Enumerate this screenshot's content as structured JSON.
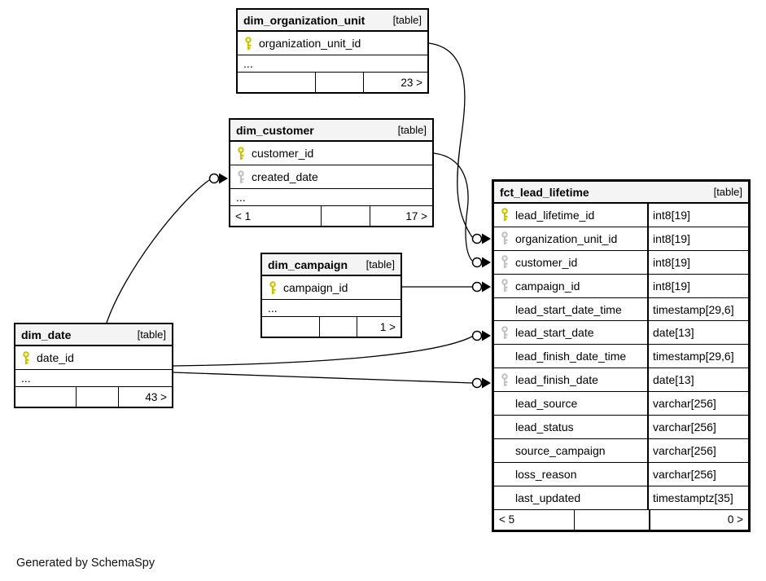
{
  "diagram": {
    "generator_note": "Generated by SchemaSpy",
    "badge_label": "[table]"
  },
  "colors": {
    "primary_key": "#c6c700",
    "foreign_key": "#c2c2c2",
    "header_bg": "#f4f4f4",
    "border": "#000000"
  },
  "tables": {
    "dim_organization_unit": {
      "title": "dim_organization_unit",
      "badge": "[table]",
      "columns": [
        {
          "name": "organization_unit_id",
          "key": "pk"
        }
      ],
      "ellipsis": "...",
      "footer": {
        "left": "",
        "mid": "",
        "right": "23 >"
      }
    },
    "dim_customer": {
      "title": "dim_customer",
      "badge": "[table]",
      "columns": [
        {
          "name": "customer_id",
          "key": "pk"
        },
        {
          "name": "created_date",
          "key": "fk"
        }
      ],
      "ellipsis": "...",
      "footer": {
        "left": "< 1",
        "mid": "",
        "right": "17 >"
      }
    },
    "dim_campaign": {
      "title": "dim_campaign",
      "badge": "[table]",
      "columns": [
        {
          "name": "campaign_id",
          "key": "pk"
        }
      ],
      "ellipsis": "...",
      "footer": {
        "left": "",
        "mid": "",
        "right": "1 >"
      }
    },
    "dim_date": {
      "title": "dim_date",
      "badge": "[table]",
      "columns": [
        {
          "name": "date_id",
          "key": "pk"
        }
      ],
      "ellipsis": "...",
      "footer": {
        "left": "",
        "mid": "",
        "right": "43 >"
      }
    },
    "fct_lead_lifetime": {
      "title": "fct_lead_lifetime",
      "badge": "[table]",
      "columns": [
        {
          "name": "lead_lifetime_id",
          "type": "int8[19]",
          "key": "pk"
        },
        {
          "name": "organization_unit_id",
          "type": "int8[19]",
          "key": "fk"
        },
        {
          "name": "customer_id",
          "type": "int8[19]",
          "key": "fk"
        },
        {
          "name": "campaign_id",
          "type": "int8[19]",
          "key": "fk"
        },
        {
          "name": "lead_start_date_time",
          "type": "timestamp[29,6]",
          "key": ""
        },
        {
          "name": "lead_start_date",
          "type": "date[13]",
          "key": "fk"
        },
        {
          "name": "lead_finish_date_time",
          "type": "timestamp[29,6]",
          "key": ""
        },
        {
          "name": "lead_finish_date",
          "type": "date[13]",
          "key": "fk"
        },
        {
          "name": "lead_source",
          "type": "varchar[256]",
          "key": ""
        },
        {
          "name": "lead_status",
          "type": "varchar[256]",
          "key": ""
        },
        {
          "name": "source_campaign",
          "type": "varchar[256]",
          "key": ""
        },
        {
          "name": "loss_reason",
          "type": "varchar[256]",
          "key": ""
        },
        {
          "name": "last_updated",
          "type": "timestamptz[35]",
          "key": ""
        }
      ],
      "footer": {
        "left": "< 5",
        "mid": "",
        "right": "0 >"
      }
    }
  },
  "relationships": [
    {
      "from": "dim_organization_unit.organization_unit_id",
      "to": "fct_lead_lifetime.organization_unit_id"
    },
    {
      "from": "dim_customer.customer_id",
      "to": "fct_lead_lifetime.customer_id"
    },
    {
      "from": "dim_campaign.campaign_id",
      "to": "fct_lead_lifetime.campaign_id"
    },
    {
      "from": "dim_date.date_id",
      "to": "fct_lead_lifetime.lead_start_date"
    },
    {
      "from": "dim_date.date_id",
      "to": "fct_lead_lifetime.lead_finish_date"
    },
    {
      "from": "dim_date.date_id",
      "to": "dim_customer.created_date"
    }
  ]
}
